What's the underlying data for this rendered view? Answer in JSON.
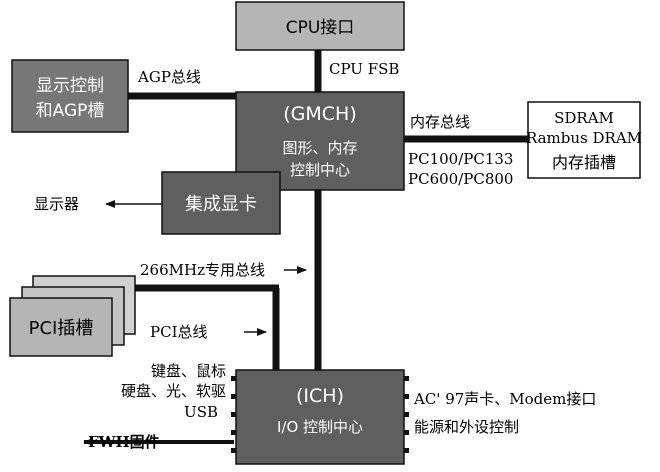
{
  "colors": {
    "box_light": "#b5b5b5",
    "box_dark": "#5f5f5f",
    "box_mid": "#777777",
    "box_white": "#ffffff",
    "stroke": "#111111",
    "text_on_dark": "#ffffff",
    "text_on_light": "#000000"
  },
  "boxes": {
    "cpu": {
      "label": "CPU接口"
    },
    "display_ctrl": {
      "line1": "显示控制",
      "line2": "和AGP槽"
    },
    "gmch": {
      "title": "(GMCH)",
      "line1": "图形、内存",
      "line2": "控制中心"
    },
    "memory": {
      "line1": "SDRAM",
      "line2": "Rambus DRAM",
      "line3": "内存插槽"
    },
    "integrated_gpu": {
      "label": "集成显卡"
    },
    "pci_slot": {
      "label": "PCI插槽"
    },
    "ich": {
      "title": "(ICH)",
      "subtitle": "I/O 控制中心"
    }
  },
  "labels": {
    "cpu_fsb": "CPU FSB",
    "agp_bus": "AGP总线",
    "memory_bus": "内存总线",
    "mem_speed_1": "PC100/PC133",
    "mem_speed_2": "PC600/PC800",
    "monitor": "显示器",
    "hub_link": "266MHz专用总线",
    "pci_bus": "PCI总线",
    "left_io_1": "键盘、鼠标",
    "left_io_2": "硬盘、光、软驱",
    "left_io_3": "USB",
    "fwh": "FWH固件",
    "right_io_1": "AC' 97声卡、Modem接口",
    "right_io_2": "能源和外设控制"
  }
}
